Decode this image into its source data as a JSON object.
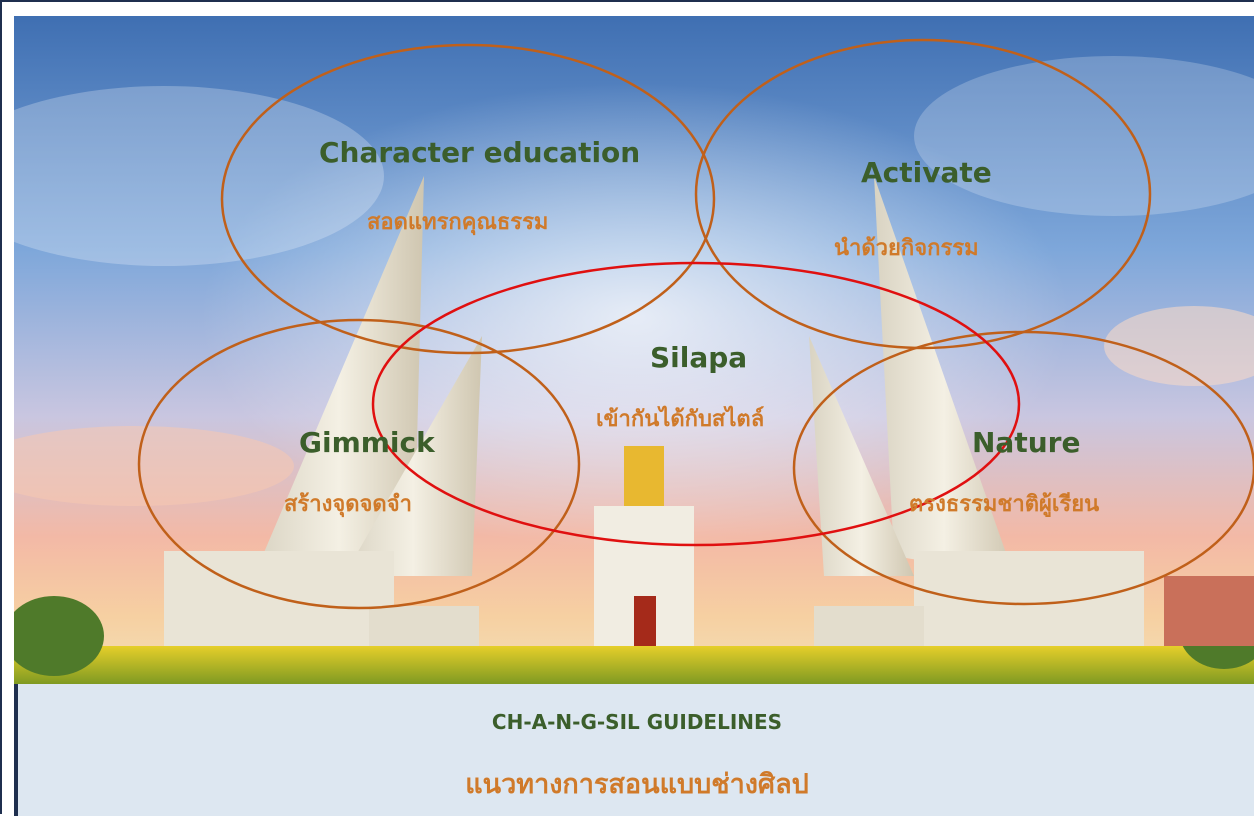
{
  "circles": {
    "character": {
      "en": "Character education",
      "th": "สอดแทรกคุณธรรม"
    },
    "activate": {
      "en": "Activate",
      "th": "นำด้วยกิจกรรม"
    },
    "silapa": {
      "en": "Silapa",
      "th": "เข้ากันได้กับสไตล์"
    },
    "gimmick": {
      "en": "Gimmick",
      "th": "สร้างจุดจดจำ"
    },
    "nature": {
      "en": "Nature",
      "th": "ตรงธรรมชาติผู้เรียน"
    }
  },
  "footer": {
    "title_en": "CH-A-N-G-SIL GUIDELINES",
    "title_th": "แนวทางการสอนแบบช่างศิลป"
  },
  "colors": {
    "english_text": "#3b5e2b",
    "thai_text": "#d07a2a",
    "ellipse_outline": "#c0601a",
    "center_ellipse_outline": "#e01010",
    "footer_background": "#dde7f1"
  }
}
